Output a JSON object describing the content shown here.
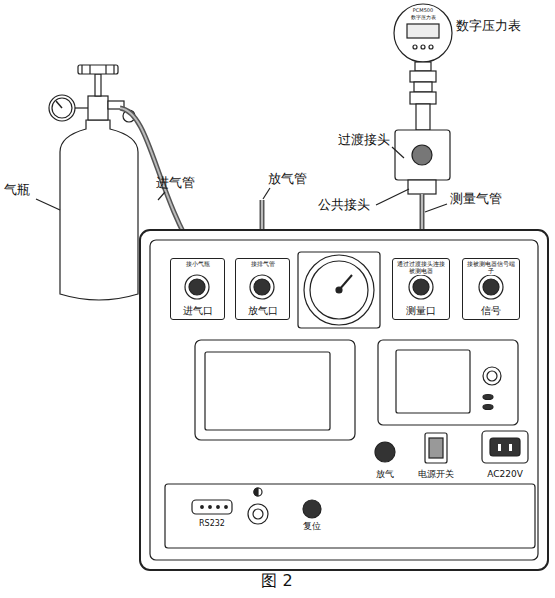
{
  "diagram": {
    "caption": "图 2",
    "nodes": [
      {
        "text": [
          "接小气瓶",
          "进气口"
        ]
      },
      {
        "text": [
          "接排气管",
          "放气口"
        ]
      },
      {
        "text": [
          "通过过渡接头连接被测电器",
          "测量口"
        ]
      },
      {
        "text": [
          "接被测电器信号端子",
          "信号"
        ]
      }
    ],
    "labels": [
      "数字压力表",
      "PCM500",
      "数字压力表",
      "过渡接头",
      "公共接头",
      "测量气管",
      "放气管",
      "进气管",
      "气瓶",
      "放气",
      "电源开关",
      "AC220V",
      "RS232",
      "复位"
    ]
  }
}
